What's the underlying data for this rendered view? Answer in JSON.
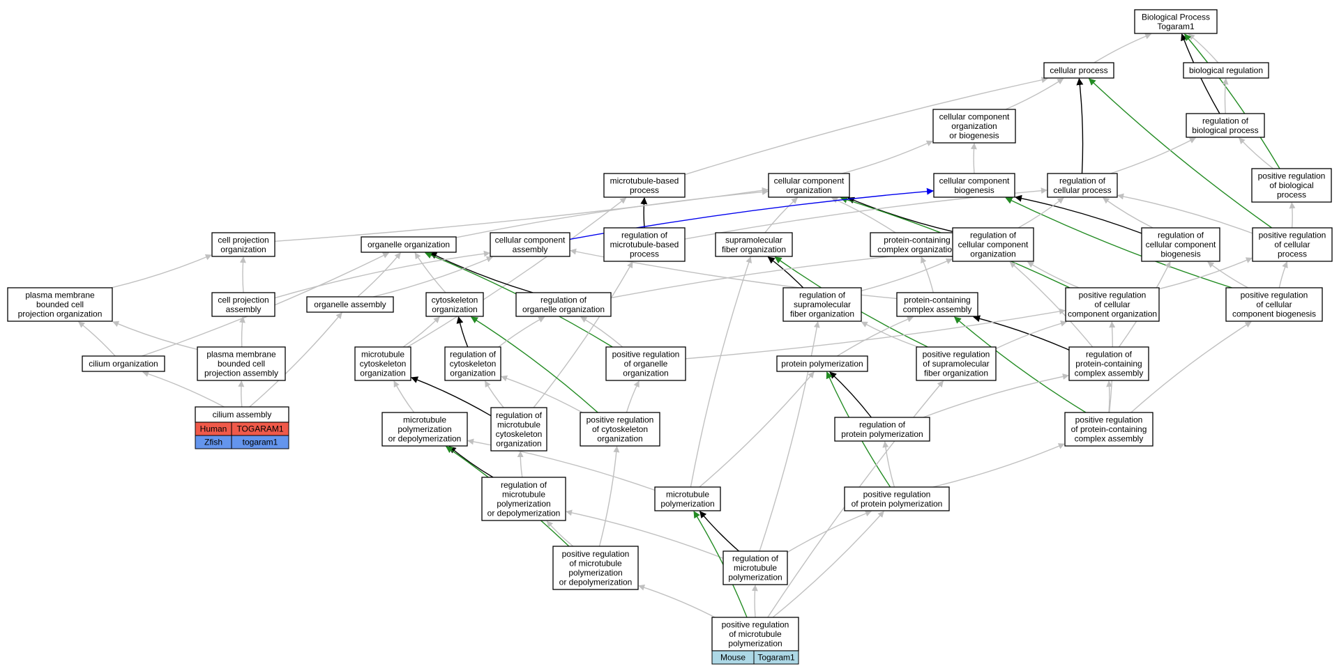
{
  "colors": {
    "gray": "#c0c0c0",
    "black": "#000000",
    "green": "#228b22",
    "blue": "#0000ee",
    "human": "#f05a4a",
    "zfish": "#6495ed",
    "mouse": "#add8e6"
  },
  "nodes": [
    {
      "id": "bp",
      "lines": [
        "Biological Process",
        "Togaram1"
      ]
    },
    {
      "id": "cp",
      "lines": [
        "cellular process"
      ]
    },
    {
      "id": "br",
      "lines": [
        "biological regulation"
      ]
    },
    {
      "id": "ccob",
      "lines": [
        "cellular component",
        "organization",
        "or biogenesis"
      ]
    },
    {
      "id": "rbp",
      "lines": [
        "regulation of",
        "biological process"
      ]
    },
    {
      "id": "mbp",
      "lines": [
        "microtubule-based",
        "process"
      ]
    },
    {
      "id": "cco",
      "lines": [
        "cellular component",
        "organization"
      ]
    },
    {
      "id": "ccb",
      "lines": [
        "cellular component",
        "biogenesis"
      ]
    },
    {
      "id": "rcp",
      "lines": [
        "regulation of",
        "cellular process"
      ]
    },
    {
      "id": "prbp",
      "lines": [
        "positive regulation",
        "of biological",
        "process"
      ]
    },
    {
      "id": "cpo",
      "lines": [
        "cell projection",
        "organization"
      ]
    },
    {
      "id": "oo",
      "lines": [
        "organelle organization"
      ]
    },
    {
      "id": "cca",
      "lines": [
        "cellular component",
        "assembly"
      ]
    },
    {
      "id": "rmbp",
      "lines": [
        "regulation of",
        "microtubule-based",
        "process"
      ]
    },
    {
      "id": "sfo",
      "lines": [
        "supramolecular",
        "fiber organization"
      ]
    },
    {
      "id": "pcco",
      "lines": [
        "protein-containing",
        "complex organization"
      ]
    },
    {
      "id": "rcco",
      "lines": [
        "regulation of",
        "cellular component",
        "organization"
      ]
    },
    {
      "id": "rccb",
      "lines": [
        "regulation of",
        "cellular component",
        "biogenesis"
      ]
    },
    {
      "id": "prcp",
      "lines": [
        "positive regulation",
        "of cellular",
        "process"
      ]
    },
    {
      "id": "pmbcpo",
      "lines": [
        "plasma membrane",
        "bounded cell",
        "projection organization"
      ]
    },
    {
      "id": "cpa",
      "lines": [
        "cell projection",
        "assembly"
      ]
    },
    {
      "id": "oa",
      "lines": [
        "organelle assembly"
      ]
    },
    {
      "id": "co",
      "lines": [
        "cytoskeleton",
        "organization"
      ]
    },
    {
      "id": "roo",
      "lines": [
        "regulation of",
        "organelle organization"
      ]
    },
    {
      "id": "rsfo",
      "lines": [
        "regulation of",
        "supramolecular",
        "fiber organization"
      ]
    },
    {
      "id": "pcca",
      "lines": [
        "protein-containing",
        "complex assembly"
      ]
    },
    {
      "id": "prcco",
      "lines": [
        "positive regulation",
        "of cellular",
        "component organization"
      ]
    },
    {
      "id": "prccb",
      "lines": [
        "positive regulation",
        "of cellular",
        "component biogenesis"
      ]
    },
    {
      "id": "cio",
      "lines": [
        "cilium organization"
      ]
    },
    {
      "id": "pmbcpa",
      "lines": [
        "plasma membrane",
        "bounded cell",
        "projection assembly"
      ]
    },
    {
      "id": "mco",
      "lines": [
        "microtubule",
        "cytoskeleton",
        "organization"
      ]
    },
    {
      "id": "rco",
      "lines": [
        "regulation of",
        "cytoskeleton",
        "organization"
      ]
    },
    {
      "id": "proo",
      "lines": [
        "positive regulation",
        "of organelle",
        "organization"
      ]
    },
    {
      "id": "pp",
      "lines": [
        "protein polymerization"
      ]
    },
    {
      "id": "prsfo",
      "lines": [
        "positive regulation",
        "of supramolecular",
        "fiber organization"
      ]
    },
    {
      "id": "rpcca",
      "lines": [
        "regulation of",
        "protein-containing",
        "complex assembly"
      ]
    },
    {
      "id": "ca",
      "lines": [
        "cilium assembly"
      ]
    },
    {
      "id": "mpd",
      "lines": [
        "microtubule",
        "polymerization",
        "or depolymerization"
      ]
    },
    {
      "id": "rmco",
      "lines": [
        "regulation of",
        "microtubule",
        "cytoskeleton",
        "organization"
      ]
    },
    {
      "id": "prco",
      "lines": [
        "positive regulation",
        "of cytoskeleton",
        "organization"
      ]
    },
    {
      "id": "rpp",
      "lines": [
        "regulation of",
        "protein polymerization"
      ]
    },
    {
      "id": "prpcca",
      "lines": [
        "positive regulation",
        "of protein-containing",
        "complex assembly"
      ]
    },
    {
      "id": "rmpd",
      "lines": [
        "regulation of",
        "microtubule",
        "polymerization",
        "or depolymerization"
      ]
    },
    {
      "id": "mp",
      "lines": [
        "microtubule",
        "polymerization"
      ]
    },
    {
      "id": "prpp",
      "lines": [
        "positive regulation",
        "of protein polymerization"
      ]
    },
    {
      "id": "prmpd",
      "lines": [
        "positive regulation",
        "of microtubule",
        "polymerization",
        "or depolymerization"
      ]
    },
    {
      "id": "rmp",
      "lines": [
        "regulation of",
        "microtubule",
        "polymerization"
      ]
    },
    {
      "id": "prmp",
      "lines": [
        "positive regulation",
        "of microtubule",
        "polymerization"
      ]
    }
  ],
  "gene_tables": [
    {
      "id": "ca_genes",
      "rows": [
        {
          "species": "Human",
          "gene": "TOGARAM1",
          "color": "human"
        },
        {
          "species": "Zfish",
          "gene": "togaram1",
          "color": "zfish"
        }
      ]
    },
    {
      "id": "prmp_genes",
      "rows": [
        {
          "species": "Mouse",
          "gene": "Togaram1",
          "color": "mouse"
        }
      ]
    }
  ],
  "edges": [
    {
      "from": "cp",
      "to": "bp",
      "color": "gray"
    },
    {
      "from": "br",
      "to": "bp",
      "color": "gray"
    },
    {
      "from": "rbp",
      "to": "bp",
      "color": "black"
    },
    {
      "from": "prbp",
      "to": "bp",
      "color": "green"
    },
    {
      "from": "rbp",
      "to": "br",
      "color": "gray"
    },
    {
      "from": "ccob",
      "to": "cp",
      "color": "gray"
    },
    {
      "from": "mbp",
      "to": "cp",
      "color": "gray"
    },
    {
      "from": "rcp",
      "to": "cp",
      "color": "black"
    },
    {
      "from": "prcp",
      "to": "cp",
      "color": "green"
    },
    {
      "from": "rcp",
      "to": "rbp",
      "color": "gray"
    },
    {
      "from": "prbp",
      "to": "rbp",
      "color": "gray"
    },
    {
      "from": "cco",
      "to": "ccob",
      "color": "gray"
    },
    {
      "from": "ccb",
      "to": "ccob",
      "color": "gray"
    },
    {
      "from": "prcp",
      "to": "prbp",
      "color": "gray"
    },
    {
      "from": "rmbp",
      "to": "mbp",
      "color": "black"
    },
    {
      "from": "mco",
      "to": "mbp",
      "color": "gray"
    },
    {
      "from": "oo",
      "to": "cco",
      "color": "gray"
    },
    {
      "from": "cpo",
      "to": "cco",
      "color": "gray"
    },
    {
      "from": "sfo",
      "to": "cco",
      "color": "gray"
    },
    {
      "from": "pcco",
      "to": "cco",
      "color": "gray"
    },
    {
      "from": "rcco",
      "to": "cco",
      "color": "black"
    },
    {
      "from": "prcco",
      "to": "cco",
      "color": "green"
    },
    {
      "from": "cca",
      "to": "ccb",
      "color": "blue"
    },
    {
      "from": "rccb",
      "to": "ccb",
      "color": "black"
    },
    {
      "from": "prccb",
      "to": "ccb",
      "color": "green"
    },
    {
      "from": "rcco",
      "to": "rcp",
      "color": "gray"
    },
    {
      "from": "rccb",
      "to": "rcp",
      "color": "gray"
    },
    {
      "from": "prcp",
      "to": "rcp",
      "color": "gray"
    },
    {
      "from": "rmbp",
      "to": "rcp",
      "color": "gray"
    },
    {
      "from": "prcco",
      "to": "prcp",
      "color": "gray"
    },
    {
      "from": "prccb",
      "to": "prcp",
      "color": "gray"
    },
    {
      "from": "pmbcpo",
      "to": "cpo",
      "color": "gray"
    },
    {
      "from": "cpa",
      "to": "cpo",
      "color": "gray"
    },
    {
      "from": "oa",
      "to": "oo",
      "color": "gray"
    },
    {
      "from": "co",
      "to": "oo",
      "color": "gray"
    },
    {
      "from": "cio",
      "to": "oo",
      "color": "gray"
    },
    {
      "from": "roo",
      "to": "oo",
      "color": "black"
    },
    {
      "from": "proo",
      "to": "oo",
      "color": "green"
    },
    {
      "from": "cpa",
      "to": "cca",
      "color": "gray"
    },
    {
      "from": "oa",
      "to": "cca",
      "color": "gray"
    },
    {
      "from": "pcca",
      "to": "cca",
      "color": "gray"
    },
    {
      "from": "rmco",
      "to": "rmbp",
      "color": "gray"
    },
    {
      "from": "mp",
      "to": "sfo",
      "color": "gray"
    },
    {
      "from": "rsfo",
      "to": "sfo",
      "color": "black"
    },
    {
      "from": "prsfo",
      "to": "sfo",
      "color": "green"
    },
    {
      "from": "pcca",
      "to": "pcco",
      "color": "gray"
    },
    {
      "from": "roo",
      "to": "rcco",
      "color": "gray"
    },
    {
      "from": "rsfo",
      "to": "rcco",
      "color": "gray"
    },
    {
      "from": "prcco",
      "to": "rcco",
      "color": "gray"
    },
    {
      "from": "rpcca",
      "to": "rcco",
      "color": "gray"
    },
    {
      "from": "prccb",
      "to": "rccb",
      "color": "gray"
    },
    {
      "from": "rpcca",
      "to": "rccb",
      "color": "gray"
    },
    {
      "from": "pmbcpa",
      "to": "pmbcpo",
      "color": "gray"
    },
    {
      "from": "cio",
      "to": "pmbcpo",
      "color": "gray"
    },
    {
      "from": "pmbcpa",
      "to": "cpa",
      "color": "gray"
    },
    {
      "from": "mco",
      "to": "co",
      "color": "gray"
    },
    {
      "from": "rco",
      "to": "co",
      "color": "black"
    },
    {
      "from": "prco",
      "to": "co",
      "color": "green"
    },
    {
      "from": "rco",
      "to": "roo",
      "color": "gray"
    },
    {
      "from": "proo",
      "to": "roo",
      "color": "gray"
    },
    {
      "from": "prsfo",
      "to": "rsfo",
      "color": "gray"
    },
    {
      "from": "rmp",
      "to": "rsfo",
      "color": "gray"
    },
    {
      "from": "pp",
      "to": "pcca",
      "color": "gray"
    },
    {
      "from": "rpcca",
      "to": "pcca",
      "color": "black"
    },
    {
      "from": "prpcca",
      "to": "pcca",
      "color": "green"
    },
    {
      "from": "proo",
      "to": "prcco",
      "color": "gray"
    },
    {
      "from": "prsfo",
      "to": "prcco",
      "color": "gray"
    },
    {
      "from": "prpcca",
      "to": "prcco",
      "color": "gray"
    },
    {
      "from": "prpcca",
      "to": "prccb",
      "color": "gray"
    },
    {
      "from": "ca",
      "to": "cio",
      "color": "gray"
    },
    {
      "from": "ca",
      "to": "pmbcpa",
      "color": "gray"
    },
    {
      "from": "ca",
      "to": "oa",
      "color": "gray"
    },
    {
      "from": "mpd",
      "to": "mco",
      "color": "gray"
    },
    {
      "from": "rmco",
      "to": "mco",
      "color": "black"
    },
    {
      "from": "rmco",
      "to": "rco",
      "color": "gray"
    },
    {
      "from": "prco",
      "to": "rco",
      "color": "gray"
    },
    {
      "from": "prco",
      "to": "proo",
      "color": "gray"
    },
    {
      "from": "rpp",
      "to": "pp",
      "color": "black"
    },
    {
      "from": "prpp",
      "to": "pp",
      "color": "green"
    },
    {
      "from": "mp",
      "to": "pp",
      "color": "gray"
    },
    {
      "from": "prmp",
      "to": "prsfo",
      "color": "gray"
    },
    {
      "from": "prpcca",
      "to": "rpcca",
      "color": "gray"
    },
    {
      "from": "rpp",
      "to": "rpcca",
      "color": "gray"
    },
    {
      "from": "mp",
      "to": "mpd",
      "color": "gray"
    },
    {
      "from": "rmpd",
      "to": "mpd",
      "color": "black"
    },
    {
      "from": "prmpd",
      "to": "mpd",
      "color": "green"
    },
    {
      "from": "rmpd",
      "to": "rmco",
      "color": "gray"
    },
    {
      "from": "prmpd",
      "to": "prco",
      "color": "gray"
    },
    {
      "from": "prpp",
      "to": "rpp",
      "color": "gray"
    },
    {
      "from": "prpp",
      "to": "prpcca",
      "color": "gray"
    },
    {
      "from": "prmpd",
      "to": "rmpd",
      "color": "gray"
    },
    {
      "from": "rmp",
      "to": "rmpd",
      "color": "gray"
    },
    {
      "from": "rmp",
      "to": "mp",
      "color": "black"
    },
    {
      "from": "prmp",
      "to": "mp",
      "color": "green"
    },
    {
      "from": "rmp",
      "to": "prpp",
      "color": "gray"
    },
    {
      "from": "prmp",
      "to": "prmpd",
      "color": "gray"
    },
    {
      "from": "prmp",
      "to": "rmp",
      "color": "gray"
    },
    {
      "from": "prmp",
      "to": "prpp",
      "color": "gray"
    }
  ]
}
